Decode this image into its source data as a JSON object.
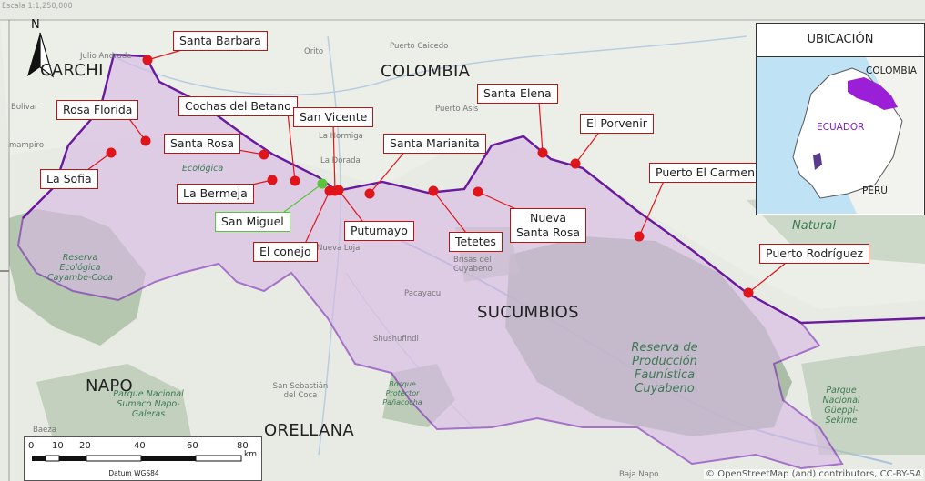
{
  "scale_text": "Escala 1:1,250,000",
  "north_label": "N",
  "regions": [
    "COLOMBIA",
    "SUCUMBIOS",
    "NAPO",
    "ORELLANA",
    "CARCHI"
  ],
  "places": [
    "Orito",
    "Puerto Caicedo",
    "Julio Andrade",
    "Puerto Asís",
    "La Hormiga",
    "La Dorada",
    "Nueva Loja",
    "Brisas del Cuyabeno",
    "Pacayacu",
    "Shushufindi",
    "San Sebastián del Coca",
    "Baeza",
    "Bolívar",
    "mampiro",
    "Baja Napo"
  ],
  "reserves": [
    "Ecológica",
    "Reserva Ecológica Cayambe-Coca",
    "Parque Nacional Sumaco Napo-Galeras",
    "Bosque Protector Pañacocha",
    "Reserva de Producción Faunística Cuyabeno",
    "Parque Nacional Güeppí-Sekime",
    "Natural"
  ],
  "callouts": [
    {
      "name": "Santa Barbara",
      "color": "#e0151b"
    },
    {
      "name": "Rosa Florida",
      "color": "#e0151b"
    },
    {
      "name": "Cochas del Betano",
      "color": "#e0151b"
    },
    {
      "name": "San Vicente",
      "color": "#e0151b"
    },
    {
      "name": "Santa Elena",
      "color": "#e0151b"
    },
    {
      "name": "El Porvenir",
      "color": "#e0151b"
    },
    {
      "name": "Santa Rosa",
      "color": "#e0151b"
    },
    {
      "name": "Santa Marianita",
      "color": "#e0151b"
    },
    {
      "name": "La Sofia",
      "color": "#e0151b"
    },
    {
      "name": "Puerto El Carmen",
      "color": "#e0151b"
    },
    {
      "name": "La Bermeja",
      "color": "#e0151b"
    },
    {
      "name": "Nueva\nSanta Rosa",
      "color": "#e0151b"
    },
    {
      "name": "San Miguel",
      "color": "#5ac43a"
    },
    {
      "name": "Putumayo",
      "color": "#e0151b"
    },
    {
      "name": "Tetetes",
      "color": "#e0151b"
    },
    {
      "name": "El conejo",
      "color": "#e0151b"
    },
    {
      "name": "Puerto Rodríguez",
      "color": "#e0151b"
    }
  ],
  "inset": {
    "title": "UBICACIÓN",
    "labels": [
      "COLOMBIA",
      "ECUADOR",
      "PERÚ"
    ],
    "highlight_color": "#9b1fd6"
  },
  "scalebar": {
    "ticks": [
      "0",
      "10",
      "20",
      "40",
      "60",
      "80"
    ],
    "unit": "km",
    "datum": "Datum WGS84"
  },
  "attribution": "© OpenStreetMap (and) contributors, CC-BY-SA",
  "colors": {
    "boundary": "#7a22b8",
    "province_fill": "#d8b8e6",
    "reserve_fill": "#9fb59b",
    "marker_red": "#e0151b",
    "marker_green": "#5ac43a"
  }
}
